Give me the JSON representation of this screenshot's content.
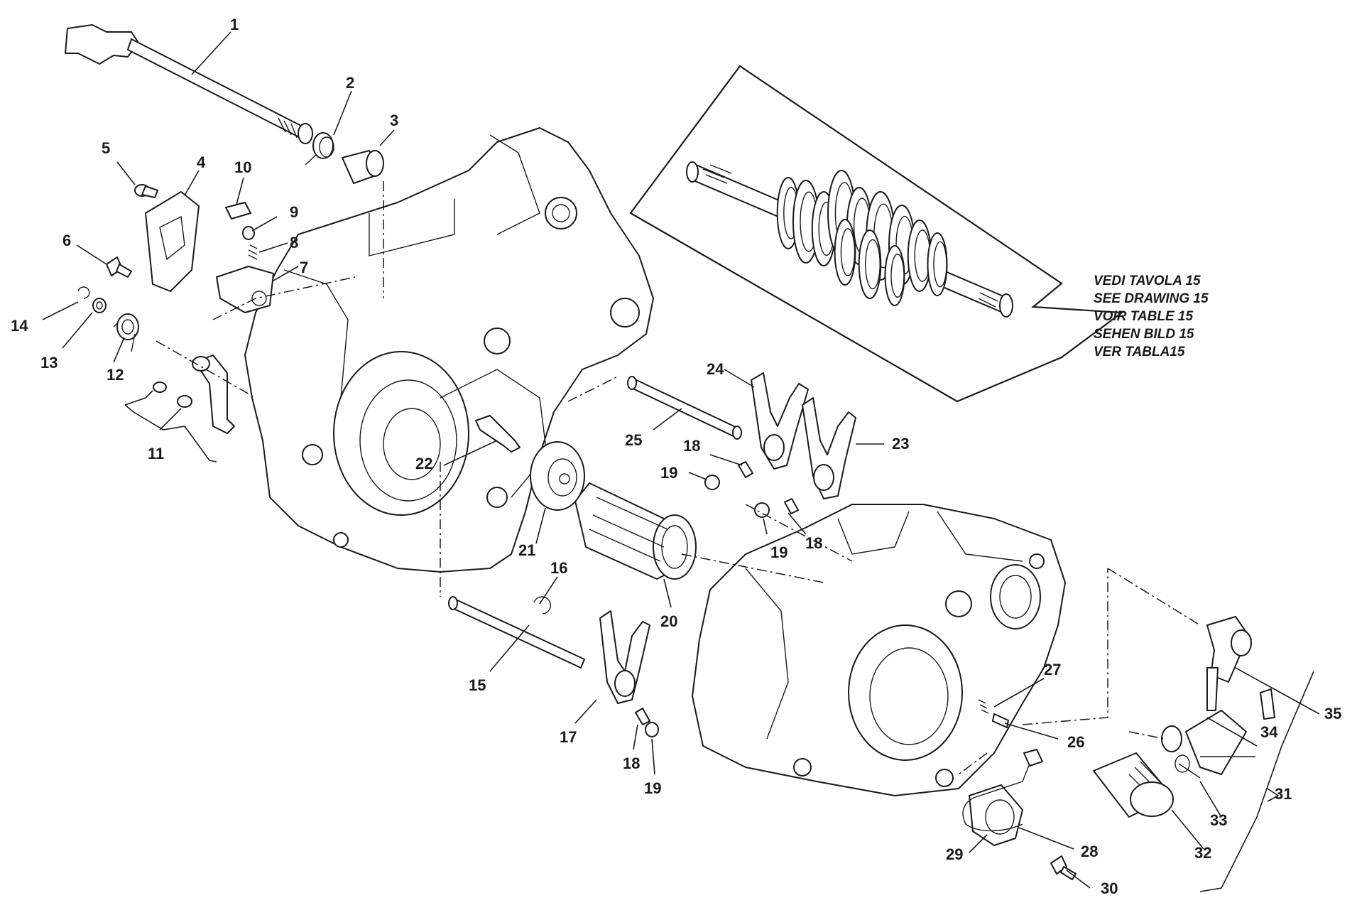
{
  "diagram": {
    "callouts": [
      {
        "id": "c1",
        "text": "1"
      },
      {
        "id": "c2",
        "text": "2"
      },
      {
        "id": "c3",
        "text": "3"
      },
      {
        "id": "c4",
        "text": "4"
      },
      {
        "id": "c5",
        "text": "5"
      },
      {
        "id": "c6",
        "text": "6"
      },
      {
        "id": "c7",
        "text": "7"
      },
      {
        "id": "c8",
        "text": "8"
      },
      {
        "id": "c9",
        "text": "9"
      },
      {
        "id": "c10",
        "text": "10"
      },
      {
        "id": "c11",
        "text": "11"
      },
      {
        "id": "c12",
        "text": "12"
      },
      {
        "id": "c13",
        "text": "13"
      },
      {
        "id": "c14",
        "text": "14"
      },
      {
        "id": "c15",
        "text": "15"
      },
      {
        "id": "c16",
        "text": "16"
      },
      {
        "id": "c17",
        "text": "17"
      },
      {
        "id": "c18a",
        "text": "18"
      },
      {
        "id": "c18b",
        "text": "18"
      },
      {
        "id": "c18c",
        "text": "18"
      },
      {
        "id": "c19a",
        "text": "19"
      },
      {
        "id": "c19b",
        "text": "19"
      },
      {
        "id": "c19c",
        "text": "19"
      },
      {
        "id": "c20",
        "text": "20"
      },
      {
        "id": "c21",
        "text": "21"
      },
      {
        "id": "c22",
        "text": "22"
      },
      {
        "id": "c23",
        "text": "23"
      },
      {
        "id": "c24",
        "text": "24"
      },
      {
        "id": "c25",
        "text": "25"
      },
      {
        "id": "c26",
        "text": "26"
      },
      {
        "id": "c27",
        "text": "27"
      },
      {
        "id": "c28",
        "text": "28"
      },
      {
        "id": "c29",
        "text": "29"
      },
      {
        "id": "c30",
        "text": "30"
      },
      {
        "id": "c31",
        "text": "31"
      },
      {
        "id": "c32",
        "text": "32"
      },
      {
        "id": "c33",
        "text": "33"
      },
      {
        "id": "c34",
        "text": "34"
      },
      {
        "id": "c35",
        "text": "35"
      }
    ],
    "reference_note": [
      "VEDI TAVOLA 15",
      "SEE DRAWING 15",
      "VOIR TABLE 15",
      "SEHEN BILD 15",
      "VER TABLA15"
    ]
  }
}
